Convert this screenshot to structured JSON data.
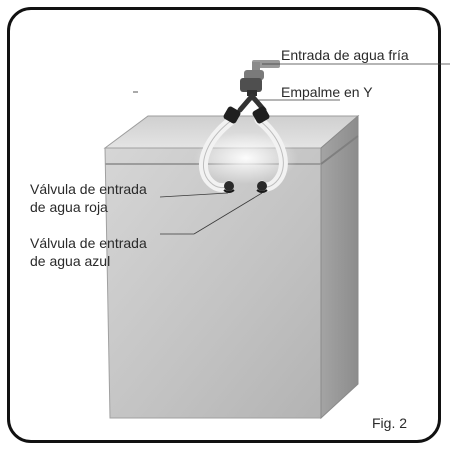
{
  "labels": {
    "cold_water_inlet": "Entrada de agua fría",
    "y_joint": "Empalme en Y",
    "red_valve_line1": "Válvula de entrada",
    "red_valve_line2": "de agua roja",
    "blue_valve_line1": "Válvula de entrada",
    "blue_valve_line2": "de agua azul",
    "figure": "Fig. 2"
  },
  "colors": {
    "frame": "#111111",
    "text": "#2a2a2a",
    "cabinet_front": "#c9c9c9",
    "cabinet_side": "#9a9a9a",
    "cabinet_top": "#dcdcdc"
  }
}
